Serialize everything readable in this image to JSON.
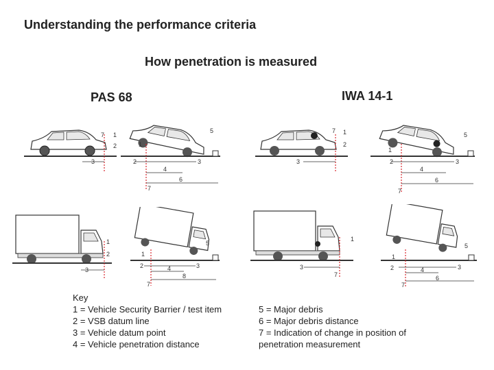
{
  "title": "Understanding the performance criteria",
  "subtitle": "How penetration is measured",
  "standards": {
    "left": "PAS 68",
    "right": "IWA 14-1"
  },
  "key": {
    "heading": "Key",
    "left_items": [
      "1 = Vehicle Security Barrier / test item",
      "2 = VSB datum line",
      "3 = Vehicle datum point",
      "4 = Vehicle penetration distance"
    ],
    "right_items": [
      "5 = Major debris",
      "6 = Major debris distance",
      "7 = Indication of change in position of",
      "penetration measurement"
    ]
  },
  "diagram_labels": {
    "n1": "1",
    "n2": "2",
    "n3": "3",
    "n4": "4",
    "n5": "5",
    "n6": "6",
    "n7": "7",
    "n8": "8"
  },
  "colors": {
    "barrier": "#d9262b",
    "line": "#333333",
    "body": "#ffffff",
    "shadow": "#bbbbbb"
  }
}
